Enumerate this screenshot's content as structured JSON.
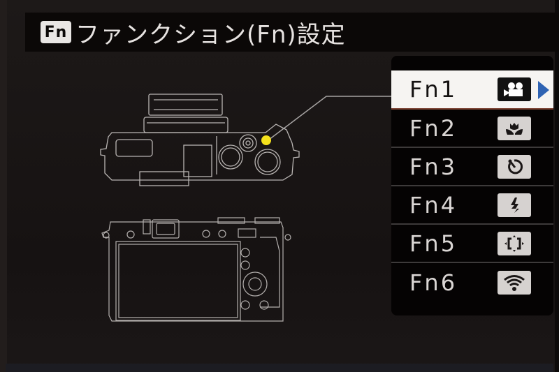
{
  "title_bar": {
    "badge": "Fn",
    "title": "ファンクション(Fn)設定",
    "icon": "fn-icon"
  },
  "diagram": {
    "highlight_color": "#f4e11c",
    "views": [
      "camera-top-view",
      "camera-back-view"
    ]
  },
  "fn_list": {
    "selected_index": 0,
    "accent_color": "#2f63b3",
    "items": [
      {
        "label": "Fn1",
        "icon": "movie-camera-icon",
        "selected": true
      },
      {
        "label": "Fn2",
        "icon": "macro-tulip-icon",
        "selected": false
      },
      {
        "label": "Fn3",
        "icon": "self-timer-icon",
        "selected": false
      },
      {
        "label": "Fn4",
        "icon": "flash-icon",
        "selected": false
      },
      {
        "label": "Fn5",
        "icon": "af-frame-icon",
        "selected": false
      },
      {
        "label": "Fn6",
        "icon": "wifi-icon",
        "selected": false
      }
    ]
  }
}
